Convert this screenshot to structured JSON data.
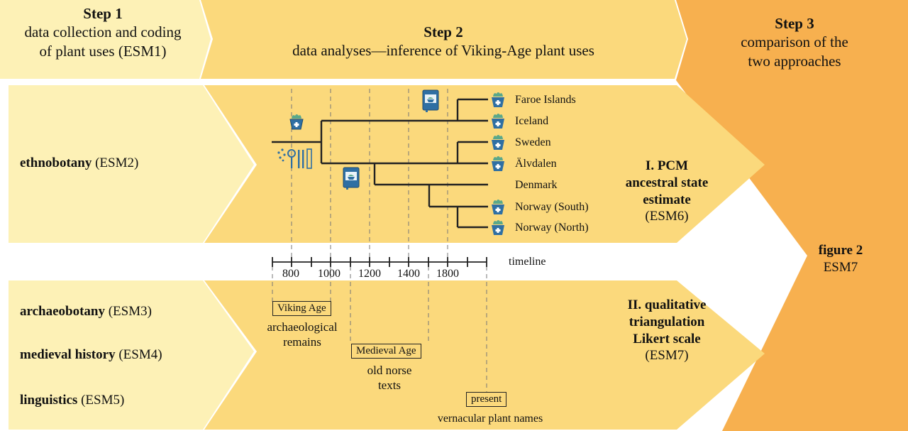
{
  "colors": {
    "step1_fill": "#fdf1b6",
    "step2_fill": "#fbd97c",
    "step3_fill": "#f7b04f",
    "line": "#222222",
    "dashed": "#777777"
  },
  "header": {
    "step1": {
      "title": "Step 1",
      "line1": "data collection and coding",
      "line2": "of plant uses (ESM1)"
    },
    "step2": {
      "title": "Step 2",
      "subtitle": "data analyses—inference of Viking-Age plant uses"
    },
    "step3": {
      "title": "Step 3",
      "line1": "comparison of the",
      "line2": "two approaches"
    }
  },
  "left": {
    "ethnobotany": {
      "bold": "ethnobotany",
      "ref": "(ESM2)"
    },
    "archaeobotany": {
      "bold": "archaeobotany",
      "ref": "(ESM3)"
    },
    "medieval": {
      "bold": "medieval history",
      "ref": "(ESM4)"
    },
    "linguistics": {
      "bold": "linguistics",
      "ref": "(ESM5)"
    }
  },
  "tree": {
    "tips": [
      "Faroe Islands",
      "Iceland",
      "Sweden",
      "Älvdalen",
      "Denmark",
      "Norway (South)",
      "Norway (North)"
    ],
    "icons": [
      "basket-icon",
      "book-icon",
      "tools-icon"
    ]
  },
  "pcm": {
    "line1": "I. PCM",
    "line2": "ancestral state",
    "line3": "estimate",
    "ref": "(ESM6)"
  },
  "timeline": {
    "label": "timeline",
    "ticks": [
      "800",
      "1000",
      "1200",
      "1400",
      "1800"
    ]
  },
  "qual": {
    "line1": "II. qualitative",
    "line2": "triangulation",
    "line3": "Likert scale",
    "ref": "(ESM7)"
  },
  "periods": {
    "viking": {
      "box": "Viking Age",
      "line1": "archaeological",
      "line2": "remains"
    },
    "medieval": {
      "box": "Medieval Age",
      "line1": "old norse",
      "line2": "texts"
    },
    "present": {
      "box": "present",
      "line1": "vernacular plant names"
    }
  },
  "figure": {
    "bold": "figure 2",
    "ref": "ESM7"
  }
}
